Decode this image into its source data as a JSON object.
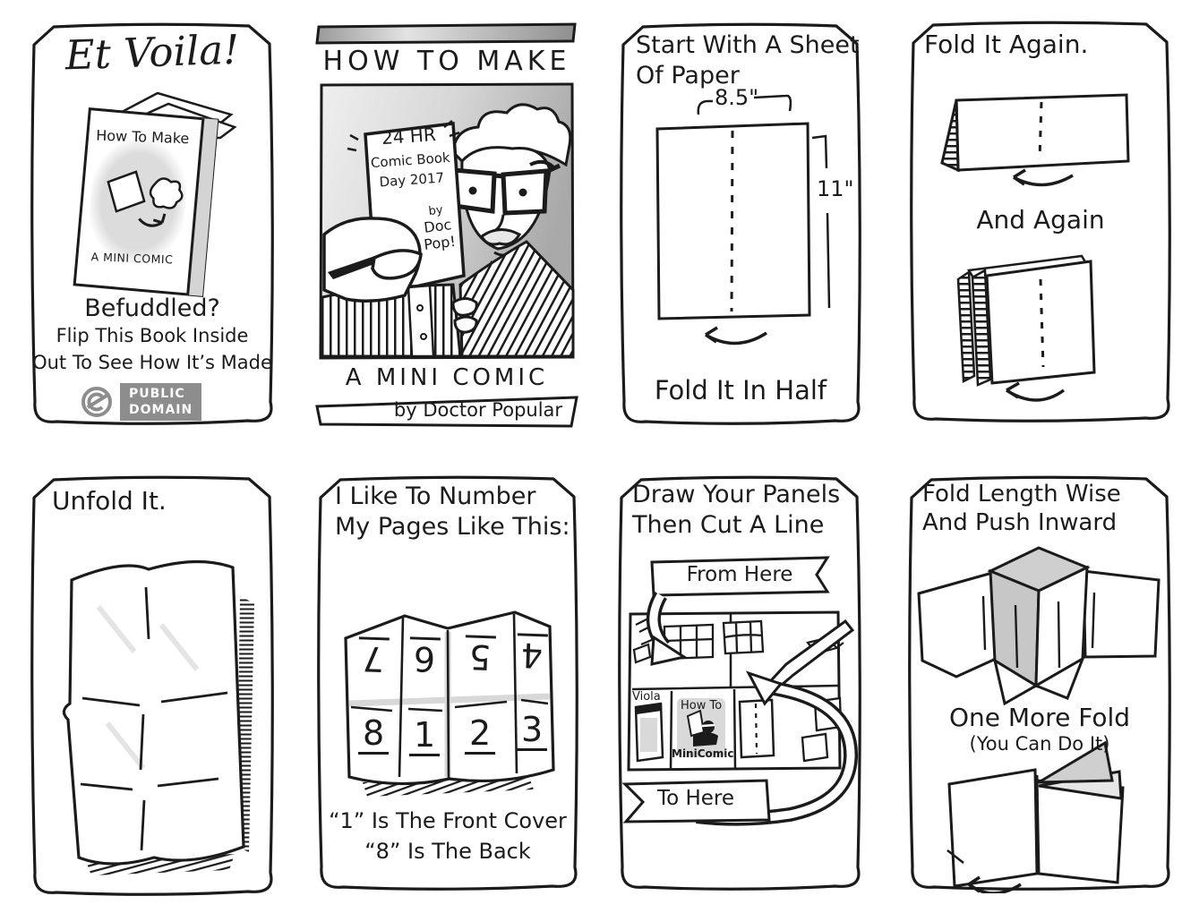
{
  "colors": {
    "ink": "#1b1b1b",
    "paper": "#ffffff",
    "shade_gray": "#cfcfcf",
    "badge_gray": "#8d8d8d"
  },
  "panels": {
    "et_voila": {
      "title": "Et Voila!",
      "book_cover_top": "How To Make",
      "book_cover_bottom": "A MINI COMIC",
      "caption1": "Befuddled?",
      "caption2": "Flip This Book Inside",
      "caption3": "Out To See How It’s Made",
      "badge_line1": "PUBLIC",
      "badge_line2": "DOMAIN"
    },
    "cover": {
      "title": "HOW TO MAKE",
      "book_line1": "24 HR",
      "book_line2": "Comic Book",
      "book_line3": "Day 2017",
      "book_by1": "by",
      "book_by2": "Doc",
      "book_by3": "Pop!",
      "subtitle": "A MINI COMIC",
      "byline": "by Doctor Popular"
    },
    "start_sheet": {
      "title1": "Start With A Sheet",
      "title2": "Of Paper",
      "width_label": "8.5\"",
      "height_label": "11\"",
      "caption": "Fold It In Half"
    },
    "fold_again": {
      "title": "Fold It Again.",
      "again": "And Again"
    },
    "unfold": {
      "title": "Unfold It."
    },
    "number_pages": {
      "title1": "I Like To Number",
      "title2": "My Pages Like This:",
      "top_row": [
        "7",
        "6",
        "5",
        "4"
      ],
      "bottom_row": [
        "8",
        "1",
        "2",
        "3"
      ],
      "caption1": "“1” Is The Front Cover",
      "caption2": "“8” Is The Back"
    },
    "draw_panels": {
      "title1": "Draw Your Panels",
      "title2": "Then Cut A Line",
      "from_banner": "From Here",
      "to_banner": "To Here",
      "label_viola": "Viola",
      "label_howto": "How To",
      "label_minicomic": "MiniComic"
    },
    "fold_lengthwise": {
      "title1": "Fold Length Wise",
      "title2": "And Push Inward",
      "more1": "One More Fold",
      "more2": "(You Can Do It)"
    }
  }
}
